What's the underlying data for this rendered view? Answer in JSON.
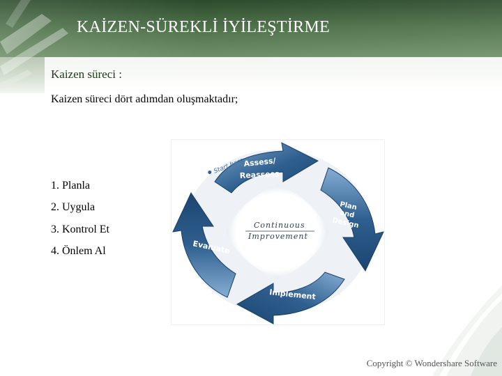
{
  "slide": {
    "title": "KAİZEN-SÜREKLİ İYİLEŞTİRME",
    "subtitle": "Kaizen süreci :",
    "description": "Kaizen süreci dört adımdan oluşmaktadır;",
    "steps": [
      "1. Planla",
      "2. Uygula",
      "3. Kontrol Et",
      "4. Önlem Al"
    ],
    "footer": "Copyright © Wondershare Software"
  },
  "diagram": {
    "start_label": "Start here",
    "stages": [
      "Assess/",
      "Reassess",
      "Plan",
      "and",
      "Design",
      "Implement",
      "Evaluate"
    ],
    "center_line1": "Continuous",
    "center_line2": "Improvement"
  },
  "colors": {
    "header": "#3d5e3a",
    "arrow_dark": "#1f4f7f",
    "arrow_light": "#6f9cc6"
  },
  "icons": [
    "pen-icon",
    "corner-ornament-icon"
  ]
}
